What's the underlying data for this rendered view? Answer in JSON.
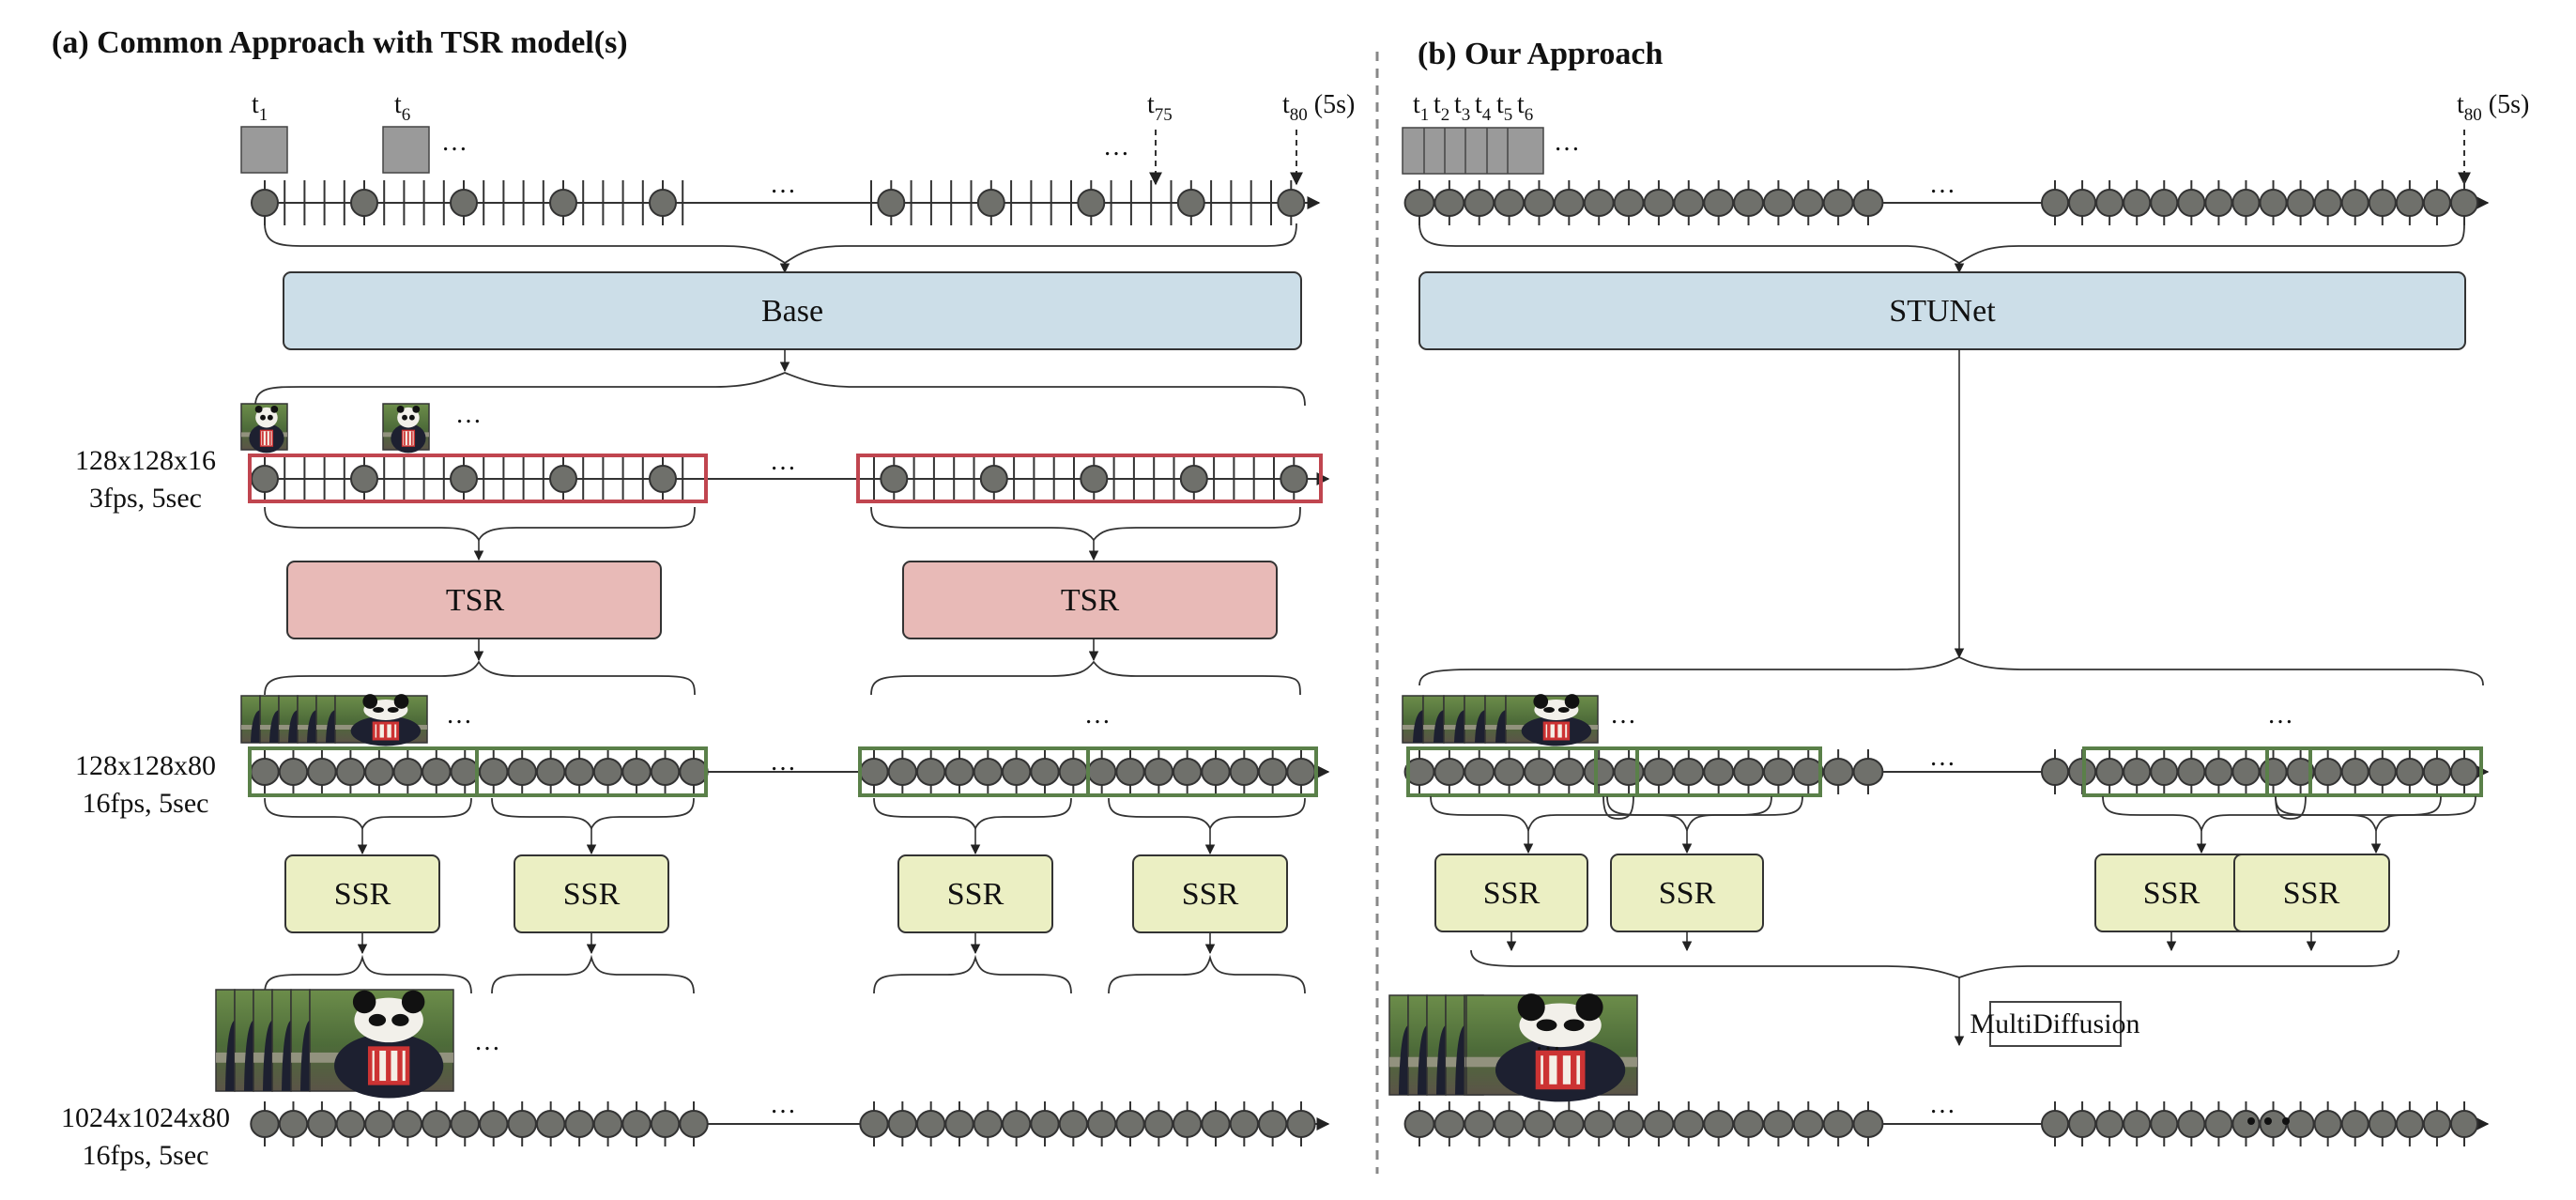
{
  "panels": {
    "a": {
      "title": "(a) Common Approach with TSR model(s)",
      "time_labels": [
        {
          "t": "t",
          "sub": "1"
        },
        {
          "t": "t",
          "sub": "6"
        },
        {
          "t": "t",
          "sub": "75"
        },
        {
          "t": "t",
          "sub": "80",
          "suffix": " (5s)"
        }
      ],
      "ellipsis": "…",
      "base_label": "Base",
      "tsr_label": "TSR",
      "ssr_label": "SSR",
      "rows": [
        {
          "res": "128x128x16",
          "rate": "3fps, 5sec"
        },
        {
          "res": "128x128x80",
          "rate": "16fps, 5sec"
        },
        {
          "res": "1024x1024x80",
          "rate": "16fps, 5sec"
        }
      ],
      "tsr_count": 2,
      "ssr_count": 4
    },
    "b": {
      "title": "(b) Our Approach",
      "time_labels": [
        {
          "t": "t",
          "sub": "1"
        },
        {
          "t": "t",
          "sub": "2"
        },
        {
          "t": "t",
          "sub": "3"
        },
        {
          "t": "t",
          "sub": "4"
        },
        {
          "t": "t",
          "sub": "5"
        },
        {
          "t": "t",
          "sub": "6"
        },
        {
          "t": "t",
          "sub": "80",
          "suffix": " (5s)"
        }
      ],
      "ellipsis": "…",
      "stunet_label": "STUNet",
      "ssr_label": "SSR",
      "multidiffusion_label": "MultiDiffusion",
      "ssr_count": 4
    }
  },
  "colors": {
    "base_fill": "#ccdee8",
    "tsr_fill": "#e8bab7",
    "ssr_fill": "#ebefc3",
    "red_window": "#c0454f",
    "green_window": "#5a8049",
    "frame_fill": "#6f706b",
    "noise_fill": "#9a9a9a"
  }
}
